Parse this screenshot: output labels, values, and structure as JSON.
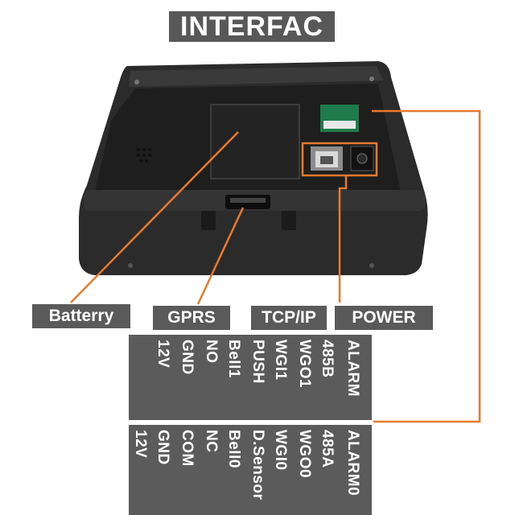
{
  "title": "INTERFAC",
  "labels": {
    "battery": "Batterry",
    "gprs": "GPRS",
    "tcpip": "TCP/IP",
    "power": "POWER"
  },
  "connector_top": [
    "ALARM",
    "485B",
    "WGO1",
    "WGI1",
    "PUSH",
    "Bell1",
    "NO",
    "GND",
    "12V"
  ],
  "connector_bottom": [
    "ALARM0",
    "485A",
    "WGO0",
    "WGI0",
    "D.Sensor",
    "Bell0",
    "NC",
    "COM",
    "GND",
    "12V"
  ],
  "colors": {
    "callout": "#e87a2f",
    "label_bg": "#5a5a5a",
    "device": "#2a2a2a"
  }
}
